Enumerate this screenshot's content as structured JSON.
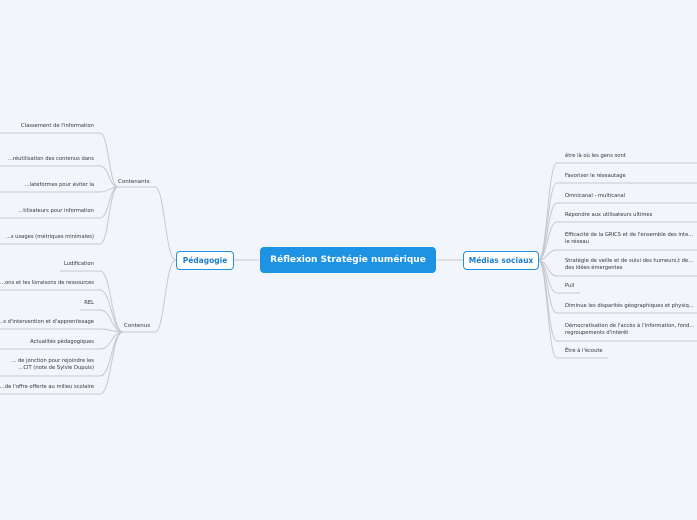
{
  "central": "Réflexion Stratégie numérique",
  "left": {
    "label": "Pédagogie",
    "groups": [
      {
        "label": "Contenants",
        "items": [
          "Classement de l'information",
          "...réutilisation des contenus dans",
          "...lateformes pour éviter la",
          "...tilisateurs pour information",
          "...s usages (métriques minimales)"
        ]
      },
      {
        "label": "Contenus",
        "items": [
          "Ludification",
          "...ons et les livraisons de ressources",
          "REL",
          "...s d'intervention et d'apprentissage",
          "Actualités pédagogiques",
          "... de jonction pour rejoindre les\n...CIT (note de Sylvie Dupuis)",
          "...de l'offre offerte au milieu scolaire"
        ]
      }
    ]
  },
  "right": {
    "label": "Médias sociaux",
    "items": [
      "être là où les gens sont",
      "Favoriser le réseautage",
      "Omnicanal - multicanal",
      "Répondre aux utilisateurs ultimes",
      "Efficacité de la GRICS et de l'ensemble des inte...\nle réseau",
      "Stratégie de veille et de suivi des humeurs,t de...\ndes idées émergentes",
      "Pull",
      "Diminue les disparités géographiques et physiq...",
      "Démocratisation de l'accès à l'information, fond...\nregroupements d'intérêt",
      "Être à l'écoute"
    ]
  },
  "colors": {
    "accent": "#1e92e3",
    "line": "#c8c8cc"
  }
}
